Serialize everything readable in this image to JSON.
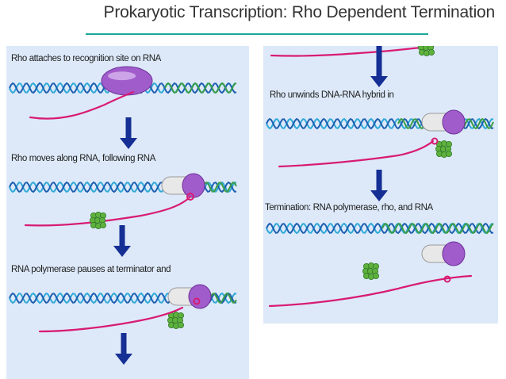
{
  "title": "Prokaryotic Transcription: Rho Dependent Termination",
  "left_panel": {
    "steps": [
      "Rho attaches to recognition site on RNA",
      "Rho moves along RNA, following RNA",
      "RNA polymerase pauses at terminator and"
    ]
  },
  "right_panel": {
    "steps": [
      "Rho unwinds DNA-RNA hybrid in",
      "Termination: RNA polymerase, rho, and RNA"
    ]
  },
  "colors": {
    "panel_bg": "#dde9f9",
    "title_rule": "#1aa79a",
    "dna_blue": "#1d5fb0",
    "dna_cyan": "#2fa8d6",
    "dna_green": "#3c9c45",
    "rna": "#d81b73",
    "rho": "#a15ccc",
    "polymerase": "#5fb13e",
    "arrow": "#152f94"
  }
}
